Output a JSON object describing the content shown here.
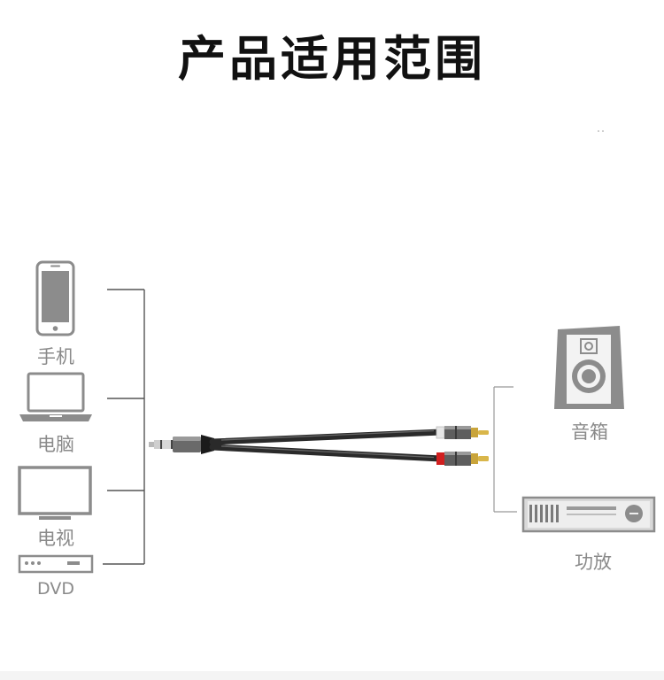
{
  "title": "产品适用范围",
  "devices_left": [
    {
      "label": "手机",
      "icon": "phone-icon"
    },
    {
      "label": "电脑",
      "icon": "laptop-icon"
    },
    {
      "label": "电视",
      "icon": "tv-icon"
    },
    {
      "label": "DVD",
      "icon": "dvd-player-icon"
    }
  ],
  "devices_right": [
    {
      "label": "音箱",
      "icon": "speaker-icon"
    },
    {
      "label": "功放",
      "icon": "amplifier-icon"
    }
  ],
  "colors": {
    "icon_gray": "#8c8c8c",
    "line_gray": "#555555",
    "cable_dark": "#2a2a2a",
    "rca_red": "#d11f1f",
    "rca_white": "#e6e6e6",
    "gold": "#c9a43a"
  }
}
